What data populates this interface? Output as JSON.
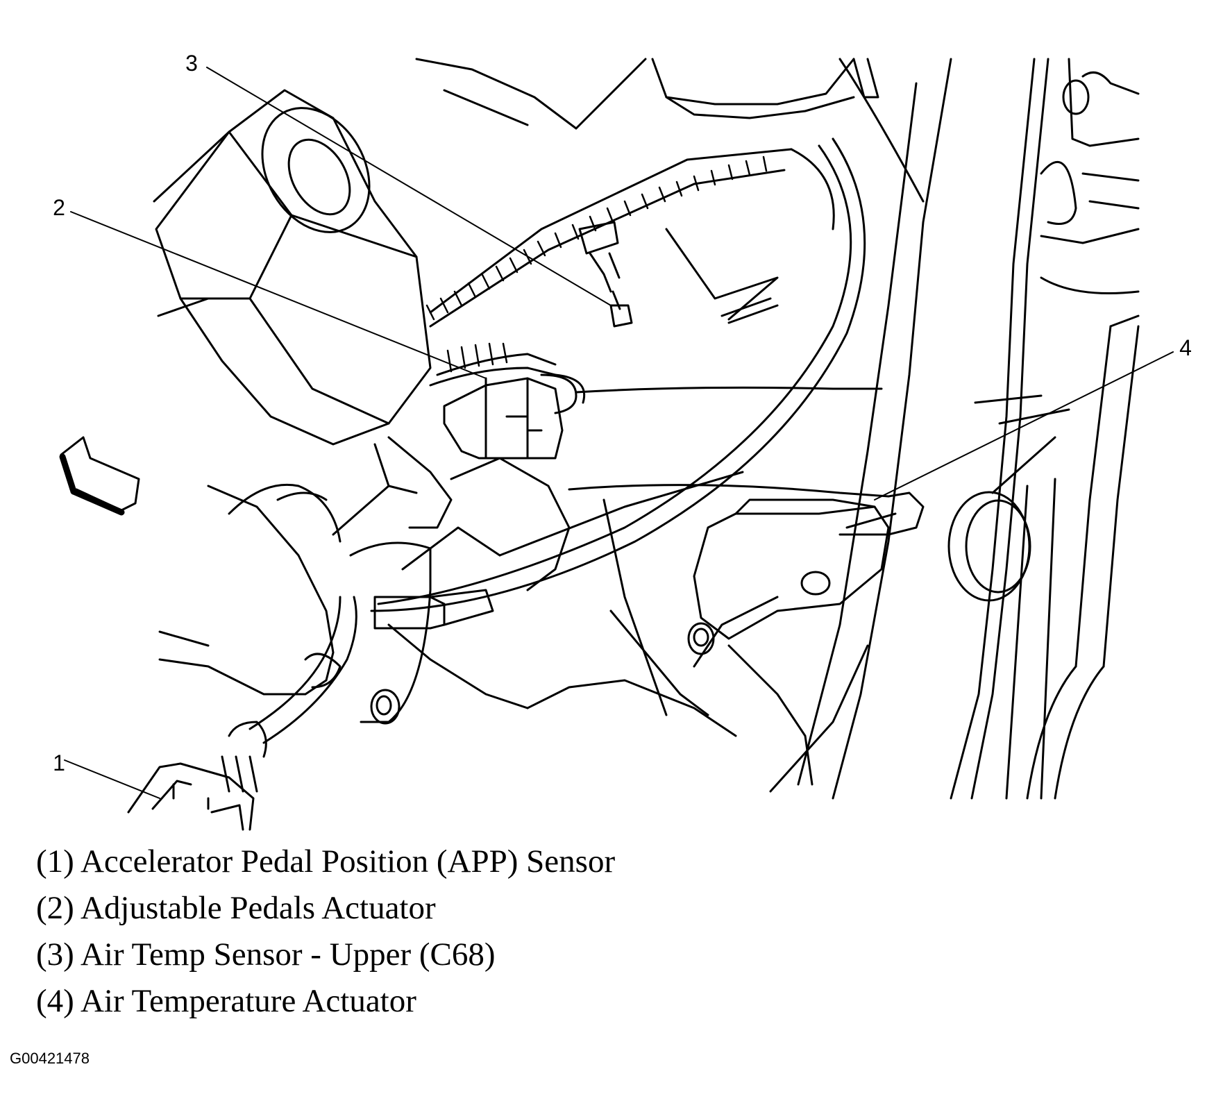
{
  "diagram": {
    "callouts": [
      {
        "number": "1",
        "part": "accelerator-pedal-position-sensor"
      },
      {
        "number": "2",
        "part": "adjustable-pedals-actuator"
      },
      {
        "number": "3",
        "part": "air-temp-sensor-upper"
      },
      {
        "number": "4",
        "part": "air-temperature-actuator"
      }
    ],
    "front_arrow_icon": "arrow-icon",
    "line_color": "#000000",
    "background_color": "#ffffff"
  },
  "legend": [
    "(1) Accelerator Pedal Position (APP) Sensor",
    "(2) Adjustable Pedals Actuator",
    "(3) Air Temp Sensor - Upper (C68)",
    "(4) Air Temperature Actuator"
  ],
  "figure_id": "G00421478"
}
